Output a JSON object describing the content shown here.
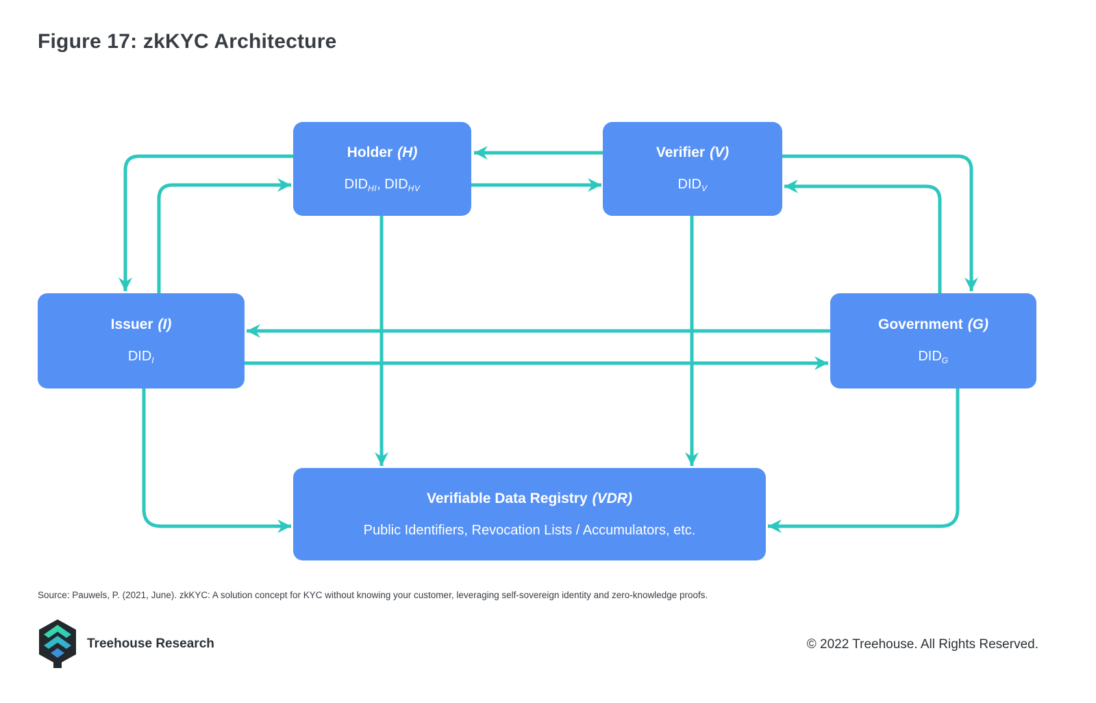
{
  "title": "Figure 17: zkKYC Architecture",
  "colors": {
    "node_fill": "#5590f5",
    "arrow": "#2cc7be",
    "title_text": "#383d44",
    "footer_text": "#2b3136"
  },
  "nodes": {
    "holder": {
      "name": "Holder",
      "symbol": "(H)",
      "did1": "DID",
      "did1_sub": "HI",
      "did_sep": ", ",
      "did2": "DID",
      "did2_sub": "HV"
    },
    "verifier": {
      "name": "Verifier",
      "symbol": "(V)",
      "did": "DID",
      "did_sub": "V"
    },
    "issuer": {
      "name": "Issuer",
      "symbol": "(I)",
      "did": "DID",
      "did_sub": "I"
    },
    "government": {
      "name": "Government",
      "symbol": "(G)",
      "did": "DID",
      "did_sub": "G"
    },
    "vdr": {
      "name": "Verifiable Data Registry",
      "symbol": "(VDR)",
      "subtitle": "Public Identifiers, Revocation Lists / Accumulators, etc."
    }
  },
  "edges": [
    {
      "from": "Verifier",
      "to": "Holder"
    },
    {
      "from": "Holder",
      "to": "Verifier"
    },
    {
      "from": "Holder",
      "to": "Issuer"
    },
    {
      "from": "Issuer",
      "to": "Holder"
    },
    {
      "from": "Verifier",
      "to": "Government"
    },
    {
      "from": "Government",
      "to": "Verifier"
    },
    {
      "from": "Government",
      "to": "Issuer"
    },
    {
      "from": "Issuer",
      "to": "Government"
    },
    {
      "from": "Holder",
      "to": "Verifiable Data Registry"
    },
    {
      "from": "Verifier",
      "to": "Verifiable Data Registry"
    },
    {
      "from": "Issuer",
      "to": "Verifiable Data Registry"
    },
    {
      "from": "Government",
      "to": "Verifiable Data Registry"
    }
  ],
  "footer": {
    "source": "Source: Pauwels, P. (2021, June). zkKYC: A solution concept for KYC without knowing your customer, leveraging self-sovereign identity and zero-knowledge proofs.",
    "brand": "Treehouse Research",
    "copyright": "© 2022 Treehouse. All Rights Reserved."
  }
}
